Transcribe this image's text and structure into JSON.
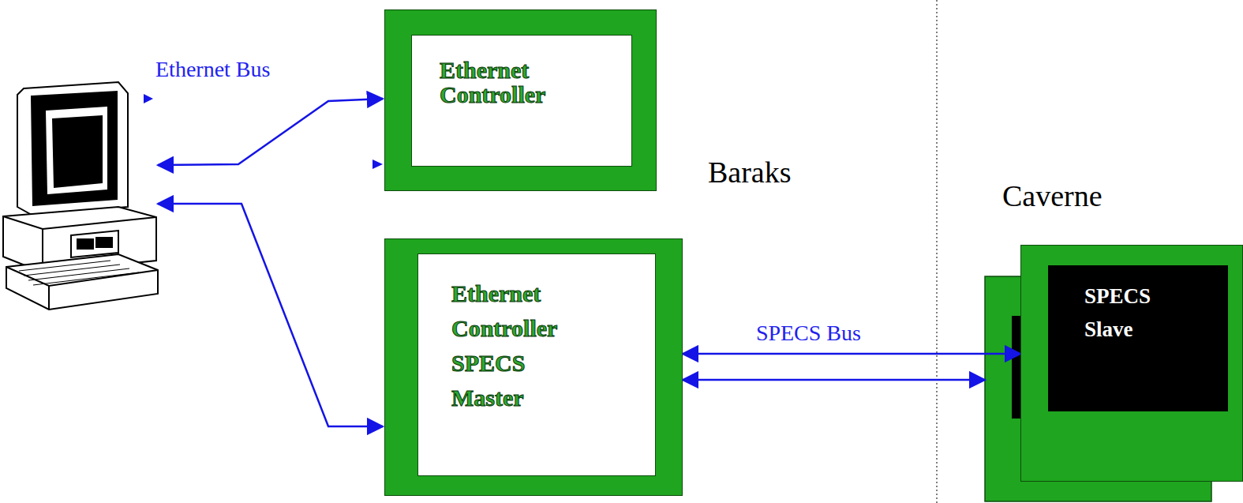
{
  "diagram": {
    "nodes": [
      {
        "text": [
          "Ethernet Controller"
        ]
      },
      {
        "text": [
          "Ethernet Controller SPECS Master"
        ]
      },
      {
        "text": [
          "SPECS Slave"
        ]
      }
    ],
    "edges": [
      {
        "from": 1,
        "to": 2,
        "arrow": "both",
        "label": "SPECS Bus"
      },
      {
        "from": 1,
        "to": 2,
        "arrow": "both"
      }
    ],
    "labels": [
      "Ethernet Bus",
      "Baraks",
      "Caverne"
    ]
  }
}
